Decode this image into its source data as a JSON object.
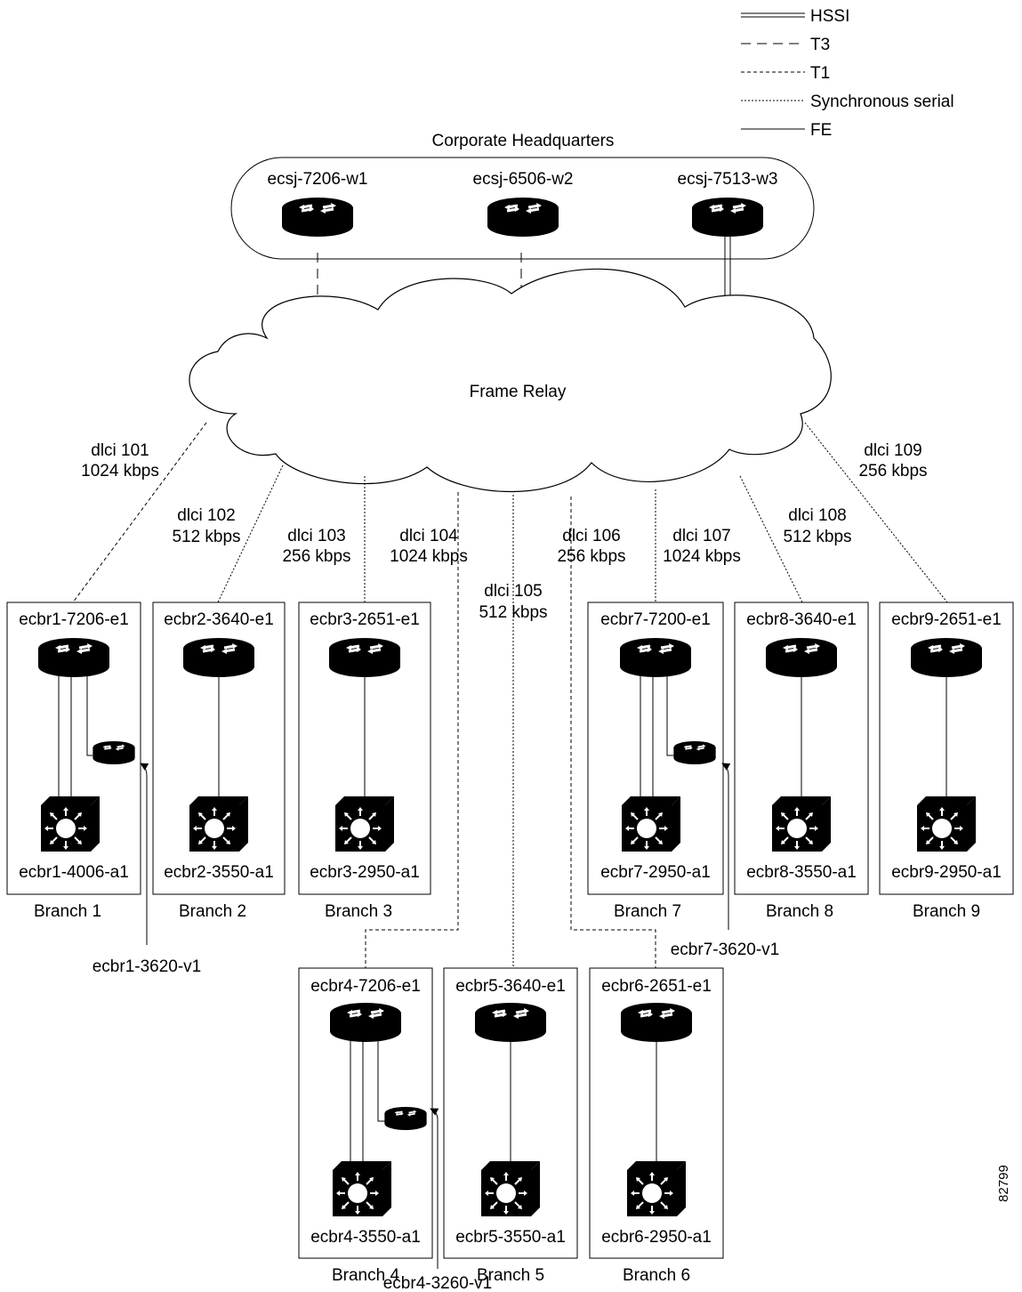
{
  "legend": {
    "hssi": "HSSI",
    "t3": "T3",
    "t1": "T1",
    "sync": "Synchronous serial",
    "fe": "FE"
  },
  "hq": {
    "title": "Corporate Headquarters",
    "routers": [
      "ecsj-7206-w1",
      "ecsj-6506-w2",
      "ecsj-7513-w3"
    ]
  },
  "cloud_label": "Frame Relay",
  "links": [
    {
      "dlci": "dlci 101",
      "rate": "1024 kbps"
    },
    {
      "dlci": "dlci 102",
      "rate": "512 kbps"
    },
    {
      "dlci": "dlci 103",
      "rate": "256 kbps"
    },
    {
      "dlci": "dlci 104",
      "rate": "1024 kbps"
    },
    {
      "dlci": "dlci 105",
      "rate": "512 kbps"
    },
    {
      "dlci": "dlci 106",
      "rate": "256 kbps"
    },
    {
      "dlci": "dlci 107",
      "rate": "1024 kbps"
    },
    {
      "dlci": "dlci 108",
      "rate": "512 kbps"
    },
    {
      "dlci": "dlci 109",
      "rate": "256 kbps"
    }
  ],
  "branches": [
    {
      "router": "ecbr1-7206-e1",
      "switch": "ecbr1-4006-a1",
      "name": "Branch 1"
    },
    {
      "router": "ecbr2-3640-e1",
      "switch": "ecbr2-3550-a1",
      "name": "Branch 2"
    },
    {
      "router": "ecbr3-2651-e1",
      "switch": "ecbr3-2950-a1",
      "name": "Branch 3"
    },
    {
      "router": "ecbr4-7206-e1",
      "switch": "ecbr4-3550-a1",
      "name": "Branch 4"
    },
    {
      "router": "ecbr5-3640-e1",
      "switch": "ecbr5-3550-a1",
      "name": "Branch 5"
    },
    {
      "router": "ecbr6-2651-e1",
      "switch": "ecbr6-2950-a1",
      "name": "Branch 6"
    },
    {
      "router": "ecbr7-7200-e1",
      "switch": "ecbr7-2950-a1",
      "name": "Branch 7"
    },
    {
      "router": "ecbr8-3640-e1",
      "switch": "ecbr8-3550-a1",
      "name": "Branch 8"
    },
    {
      "router": "ecbr9-2651-e1",
      "switch": "ecbr9-2950-a1",
      "name": "Branch 9"
    }
  ],
  "voice_routers": [
    "ecbr1-3620-v1",
    "ecbr7-3620-v1",
    "ecbr4-3260-v1"
  ],
  "figure_id": "82799"
}
